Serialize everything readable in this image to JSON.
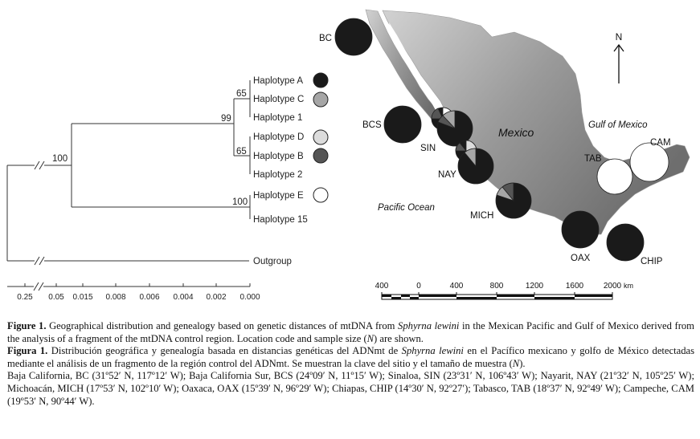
{
  "tree": {
    "taxa": [
      "Haplotype A",
      "Haplotype C",
      "Haplotype 1",
      "Haplotype D",
      "Haplotype B",
      "Haplotype 2",
      "Haplotype E",
      "Haplotype 15",
      "Outgroup"
    ],
    "bootstrap": [
      "100",
      "99",
      "65",
      "65",
      "100"
    ],
    "legend_colors": {
      "A": "#1a1a1a",
      "C": "#a6a6a6",
      "D": "#dcdcdc",
      "B": "#555555",
      "E": "#ffffff"
    },
    "scale_ticks": [
      "0.25",
      "0.05",
      "0.015",
      "0.008",
      "0.006",
      "0.004",
      "0.002",
      "0.000"
    ]
  },
  "map": {
    "sites": [
      "BC",
      "BCS",
      "SIN",
      "NAY",
      "MICH",
      "OAX",
      "CHIP",
      "TAB",
      "CAM"
    ],
    "labels": {
      "country": "Mexico",
      "gulf": "Gulf of Mexico",
      "pacific": "Pacific Ocean"
    },
    "north": "N",
    "scale_ticks": [
      "400",
      "0",
      "400",
      "800",
      "1200",
      "1600",
      "2000"
    ],
    "scale_unit": "km"
  },
  "caption": {
    "fig_en_label": "Figure 1.",
    "fig_en_a": "Geographical distribution and genealogy based on genetic distances of mtDNA from",
    "species": "Sphyrna lewini",
    "fig_en_b": "in the Mexican Pacific and Gulf of Mexico derived from the analysis of a fragment of the mtDNA control region. Location code and sample size (",
    "n": "N",
    "fig_en_c": ") are shown.",
    "fig_es_label": "Figura 1.",
    "fig_es_a": "Distribución geográfica y genealogía basada en distancias genéticas del ADNmt de",
    "fig_es_b": "en el Pacífico mexicano y golfo de México detectadas mediante el análisis de un fragmento de la región control del ADNmt. Se muestran la clave del sitio y el tamaño de muestra (",
    "fig_es_c": ").",
    "locations": "Baja California, BC (31º52′ N, 117º12′ W); Baja California Sur, BCS (24º09′ N, 11º15′ W); Sinaloa, SIN (23º31′ N, 106º43′ W); Nayarit, NAY (21º32′ N, 105º25′ W); Michoacán, MICH (17º53′ N, 102º10′ W); Oaxaca, OAX (15º39′ N, 96º29′ W); Chiapas, CHIP (14º30′ N, 92º27′); Tabasco, TAB (18º37′ N, 92º49′ W); Campeche, CAM (19º53′ N, 90º44′ W)."
  }
}
